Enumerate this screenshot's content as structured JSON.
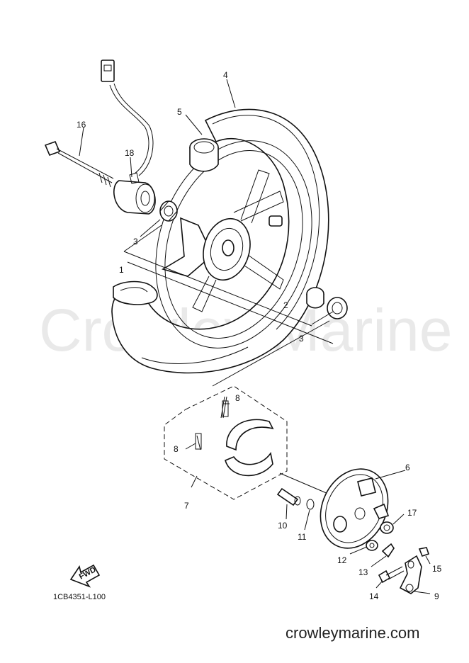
{
  "watermark": "Crowley Marine",
  "site_url": "crowleymarine.com",
  "diagram_code": "1CB4351-L100",
  "fwd_label": "FWD",
  "callouts": {
    "p1": "1",
    "p2": "2",
    "p3a": "3",
    "p3b": "3",
    "p4": "4",
    "p5": "5",
    "p6": "6",
    "p7": "7",
    "p8a": "8",
    "p8b": "8",
    "p9": "9",
    "p10": "10",
    "p11": "11",
    "p12": "12",
    "p13": "13",
    "p14": "14",
    "p15": "15",
    "p16": "16",
    "p17": "17",
    "p18": "18"
  }
}
